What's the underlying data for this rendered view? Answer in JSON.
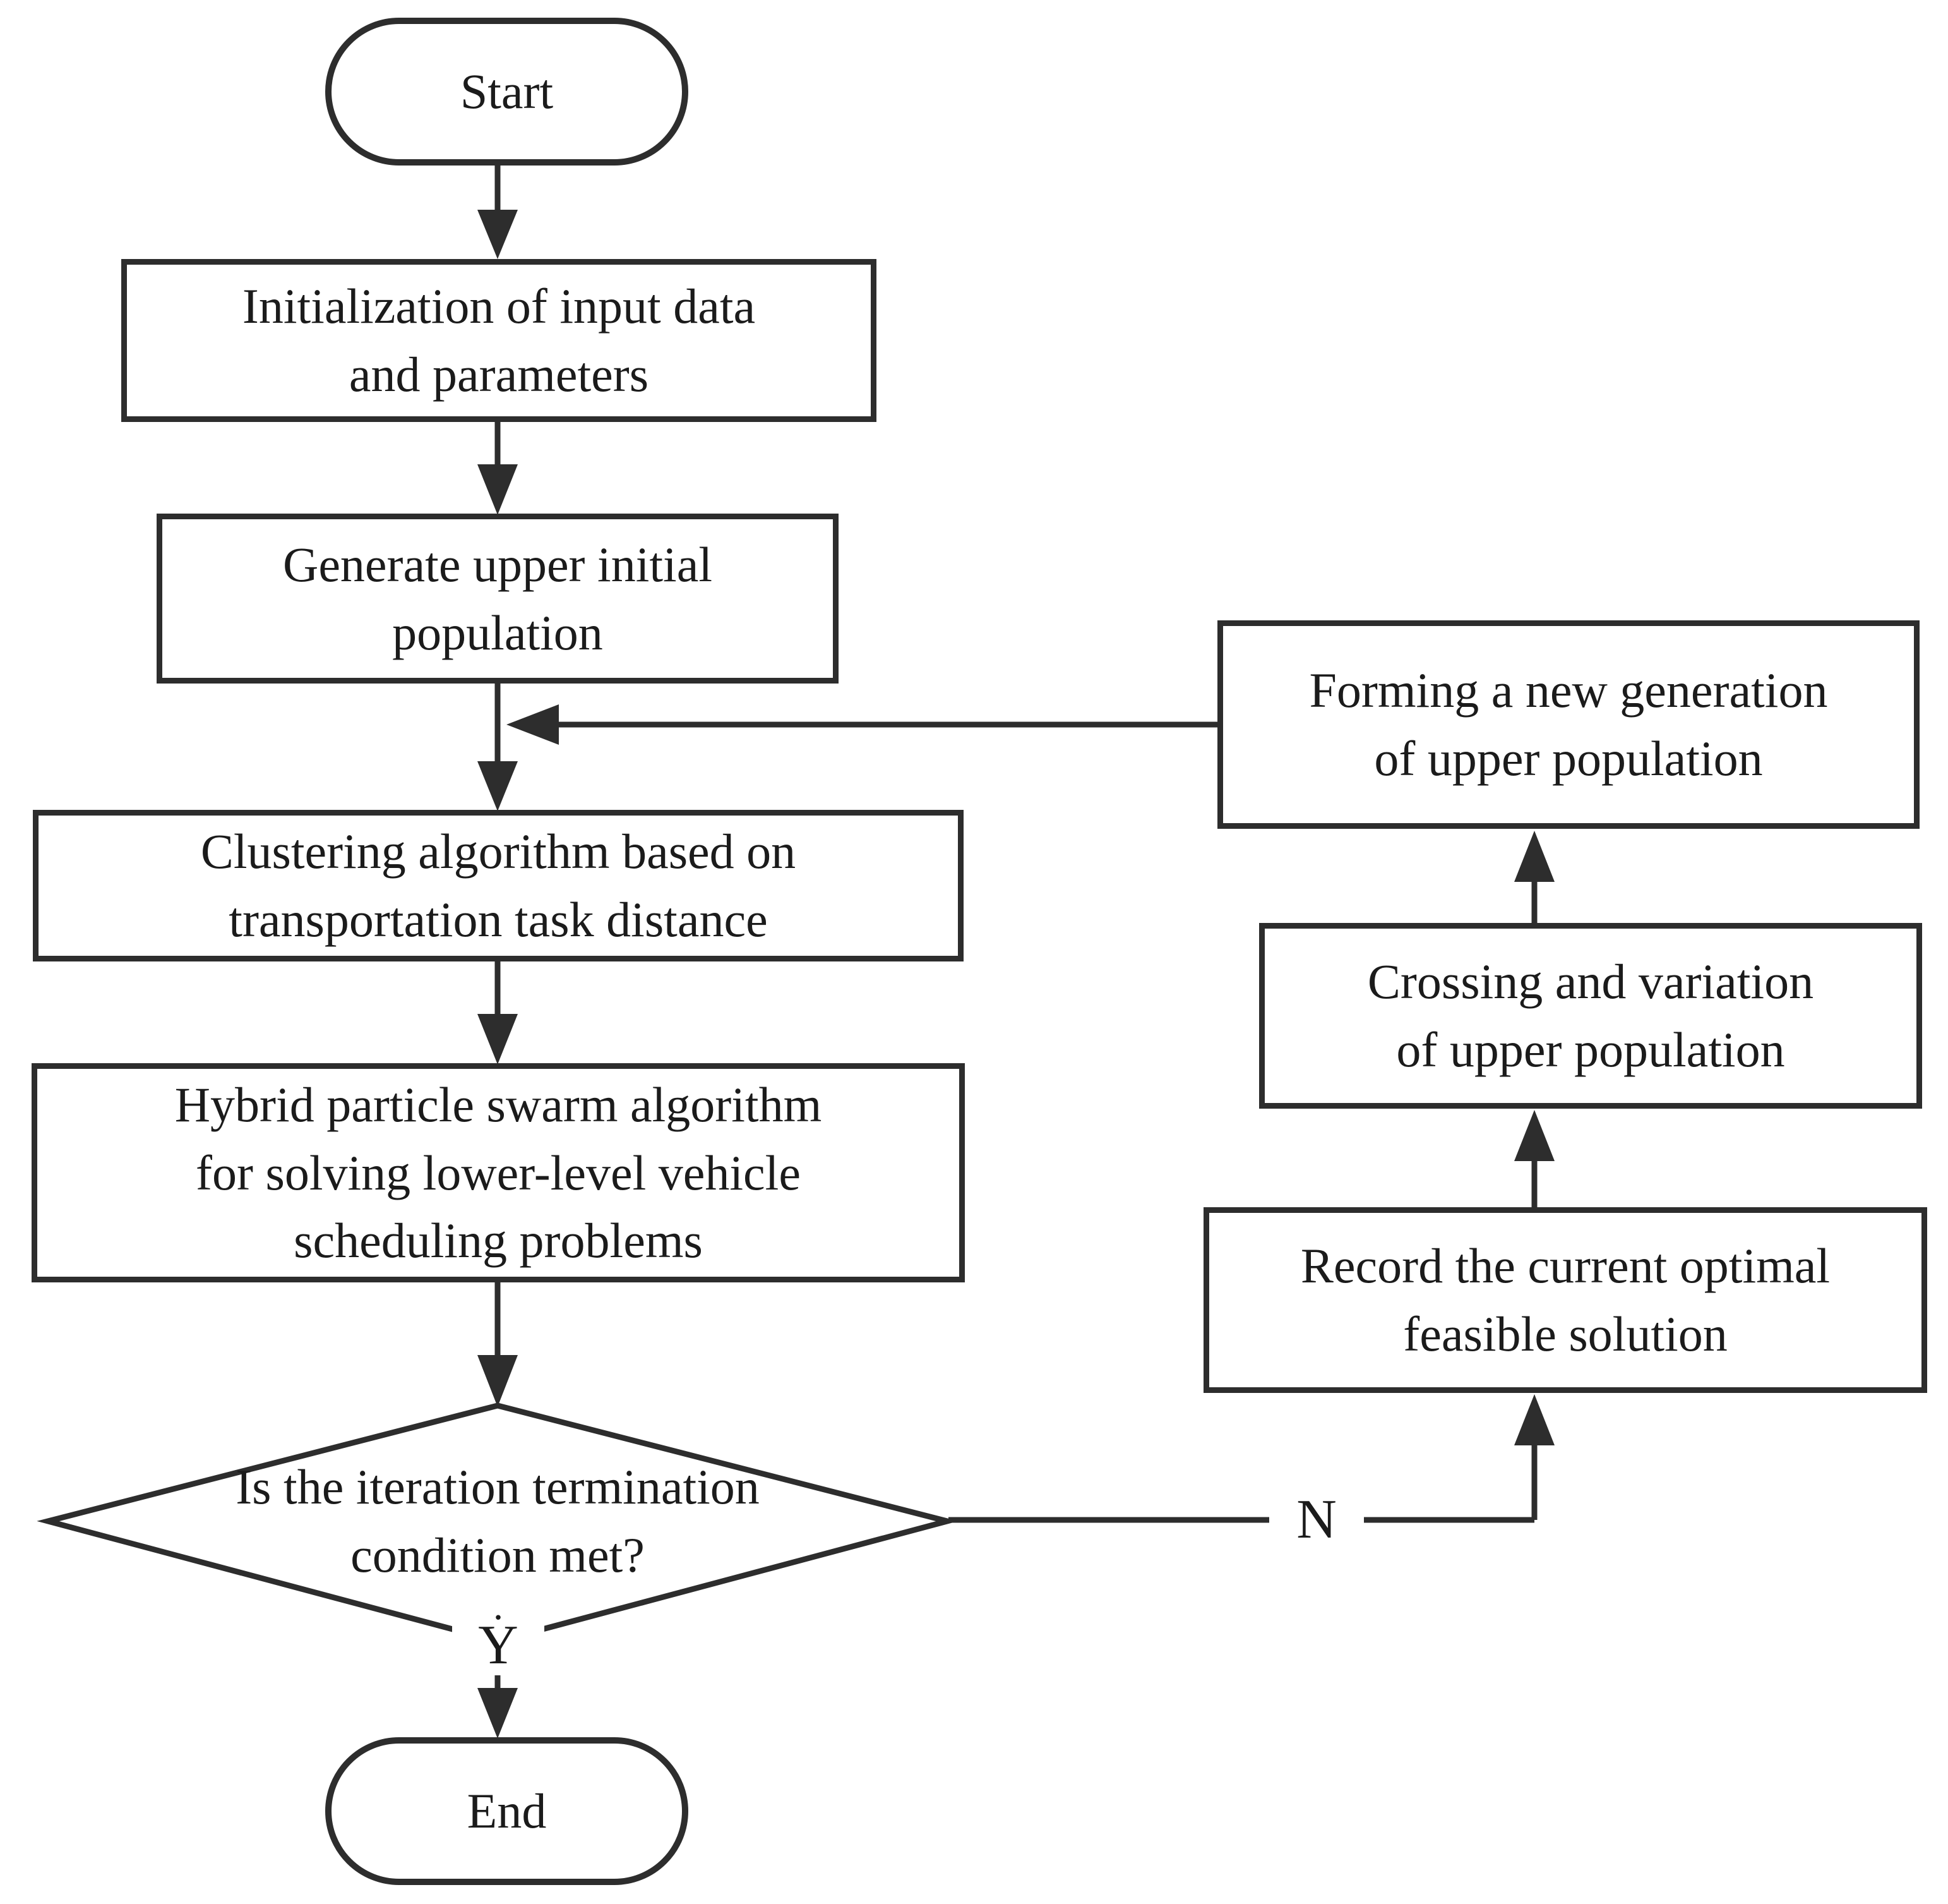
{
  "diagram": {
    "type": "flowchart",
    "background": "#ffffff",
    "stroke_color": "#2d2d2d",
    "text_color": "#1b1b1b",
    "nodes": {
      "start": {
        "shape": "terminator",
        "label": "Start"
      },
      "init": {
        "shape": "process",
        "lines": [
          "Initialization of input data",
          "and parameters"
        ]
      },
      "generate": {
        "shape": "process",
        "lines": [
          "Generate upper initial",
          "population"
        ]
      },
      "clustering": {
        "shape": "process",
        "lines": [
          "Clustering algorithm based on",
          "transportation task distance"
        ]
      },
      "hybrid": {
        "shape": "process",
        "lines": [
          "Hybrid particle swarm algorithm",
          "for solving lower-level vehicle",
          "scheduling problems"
        ]
      },
      "decision": {
        "shape": "decision",
        "lines": [
          "Is the iteration termination",
          "condition met?"
        ]
      },
      "end": {
        "shape": "terminator",
        "label": "End"
      },
      "forming": {
        "shape": "process",
        "lines": [
          "Forming a new generation",
          "of upper population"
        ]
      },
      "crossing": {
        "shape": "process",
        "lines": [
          "Crossing and variation",
          "of upper population"
        ]
      },
      "record": {
        "shape": "process",
        "lines": [
          "Record the current optimal",
          "feasible solution"
        ]
      }
    },
    "edge_labels": {
      "no": "N",
      "yes": "Y",
      "yes_dot": "."
    }
  }
}
